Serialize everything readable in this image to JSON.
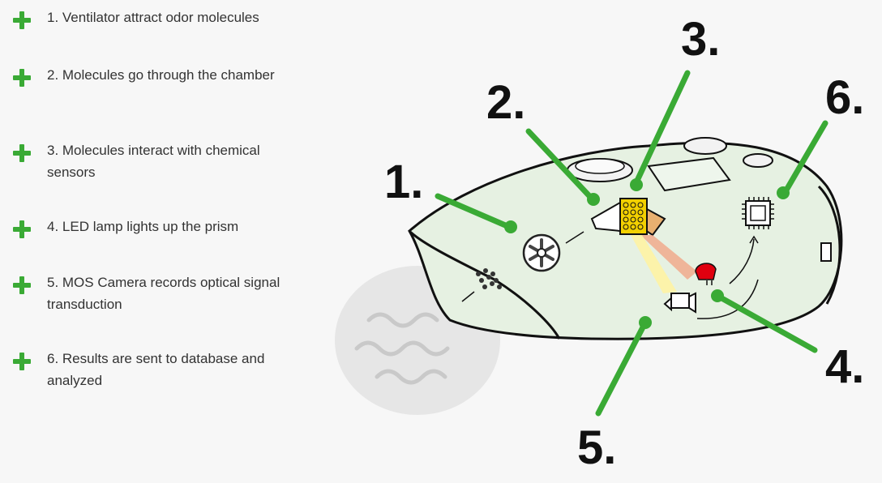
{
  "steps": [
    {
      "text": "1. Ventilator attract odor molecules"
    },
    {
      "text": "2. Molecules go through the chamber"
    },
    {
      "text": "3. Molecules interact with chemical sensors"
    },
    {
      "text": "4. LED lamp lights up the prism"
    },
    {
      "text": "5. MOS Camera records optical signal transduction"
    },
    {
      "text": "6. Results are sent to database and analyzed"
    }
  ],
  "labels": {
    "n1": "1.",
    "n2": "2.",
    "n3": "3.",
    "n4": "4.",
    "n5": "5.",
    "n6": "6."
  },
  "colors": {
    "accent": "#3aaa35",
    "text": "#333333",
    "led": "#e0000f",
    "sensor": "#f2d000"
  }
}
